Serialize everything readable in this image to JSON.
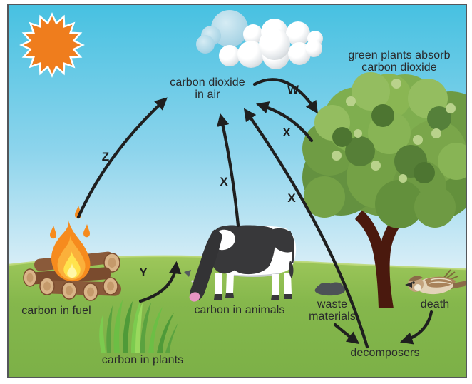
{
  "figure": {
    "type": "carbon-cycle-diagram",
    "labels": {
      "co2_air_line1": "carbon dioxide",
      "co2_air_line2": "in air",
      "green_plants_line1": "green plants absorb",
      "green_plants_line2": "carbon dioxide",
      "carbon_fuel": "carbon in fuel",
      "carbon_plants": "carbon in plants",
      "carbon_animals": "carbon in animals",
      "waste_line1": "waste",
      "waste_line2": "materials",
      "death": "death",
      "decomposers": "decomposers"
    },
    "arrow_labels": {
      "w": "W",
      "x_tree": "X",
      "x_animals": "X",
      "x_decomposers": "X",
      "y": "Y",
      "z": "Z"
    },
    "scene_objects": [
      "sun",
      "cloud",
      "tree",
      "campfire",
      "grass-tuft",
      "cow",
      "waste-pile",
      "dead-bird"
    ],
    "colors": {
      "sky_top": "#47c1e1",
      "sky_bottom": "#d9eef7",
      "grass": "#85b74c",
      "text": "#29292b",
      "arrow": "#1f1f1f",
      "border": "#54565a",
      "sun_orange": "#ef7d1d",
      "flame_orange": "#f68b1e",
      "trunk_brown": "#4a190e"
    }
  }
}
